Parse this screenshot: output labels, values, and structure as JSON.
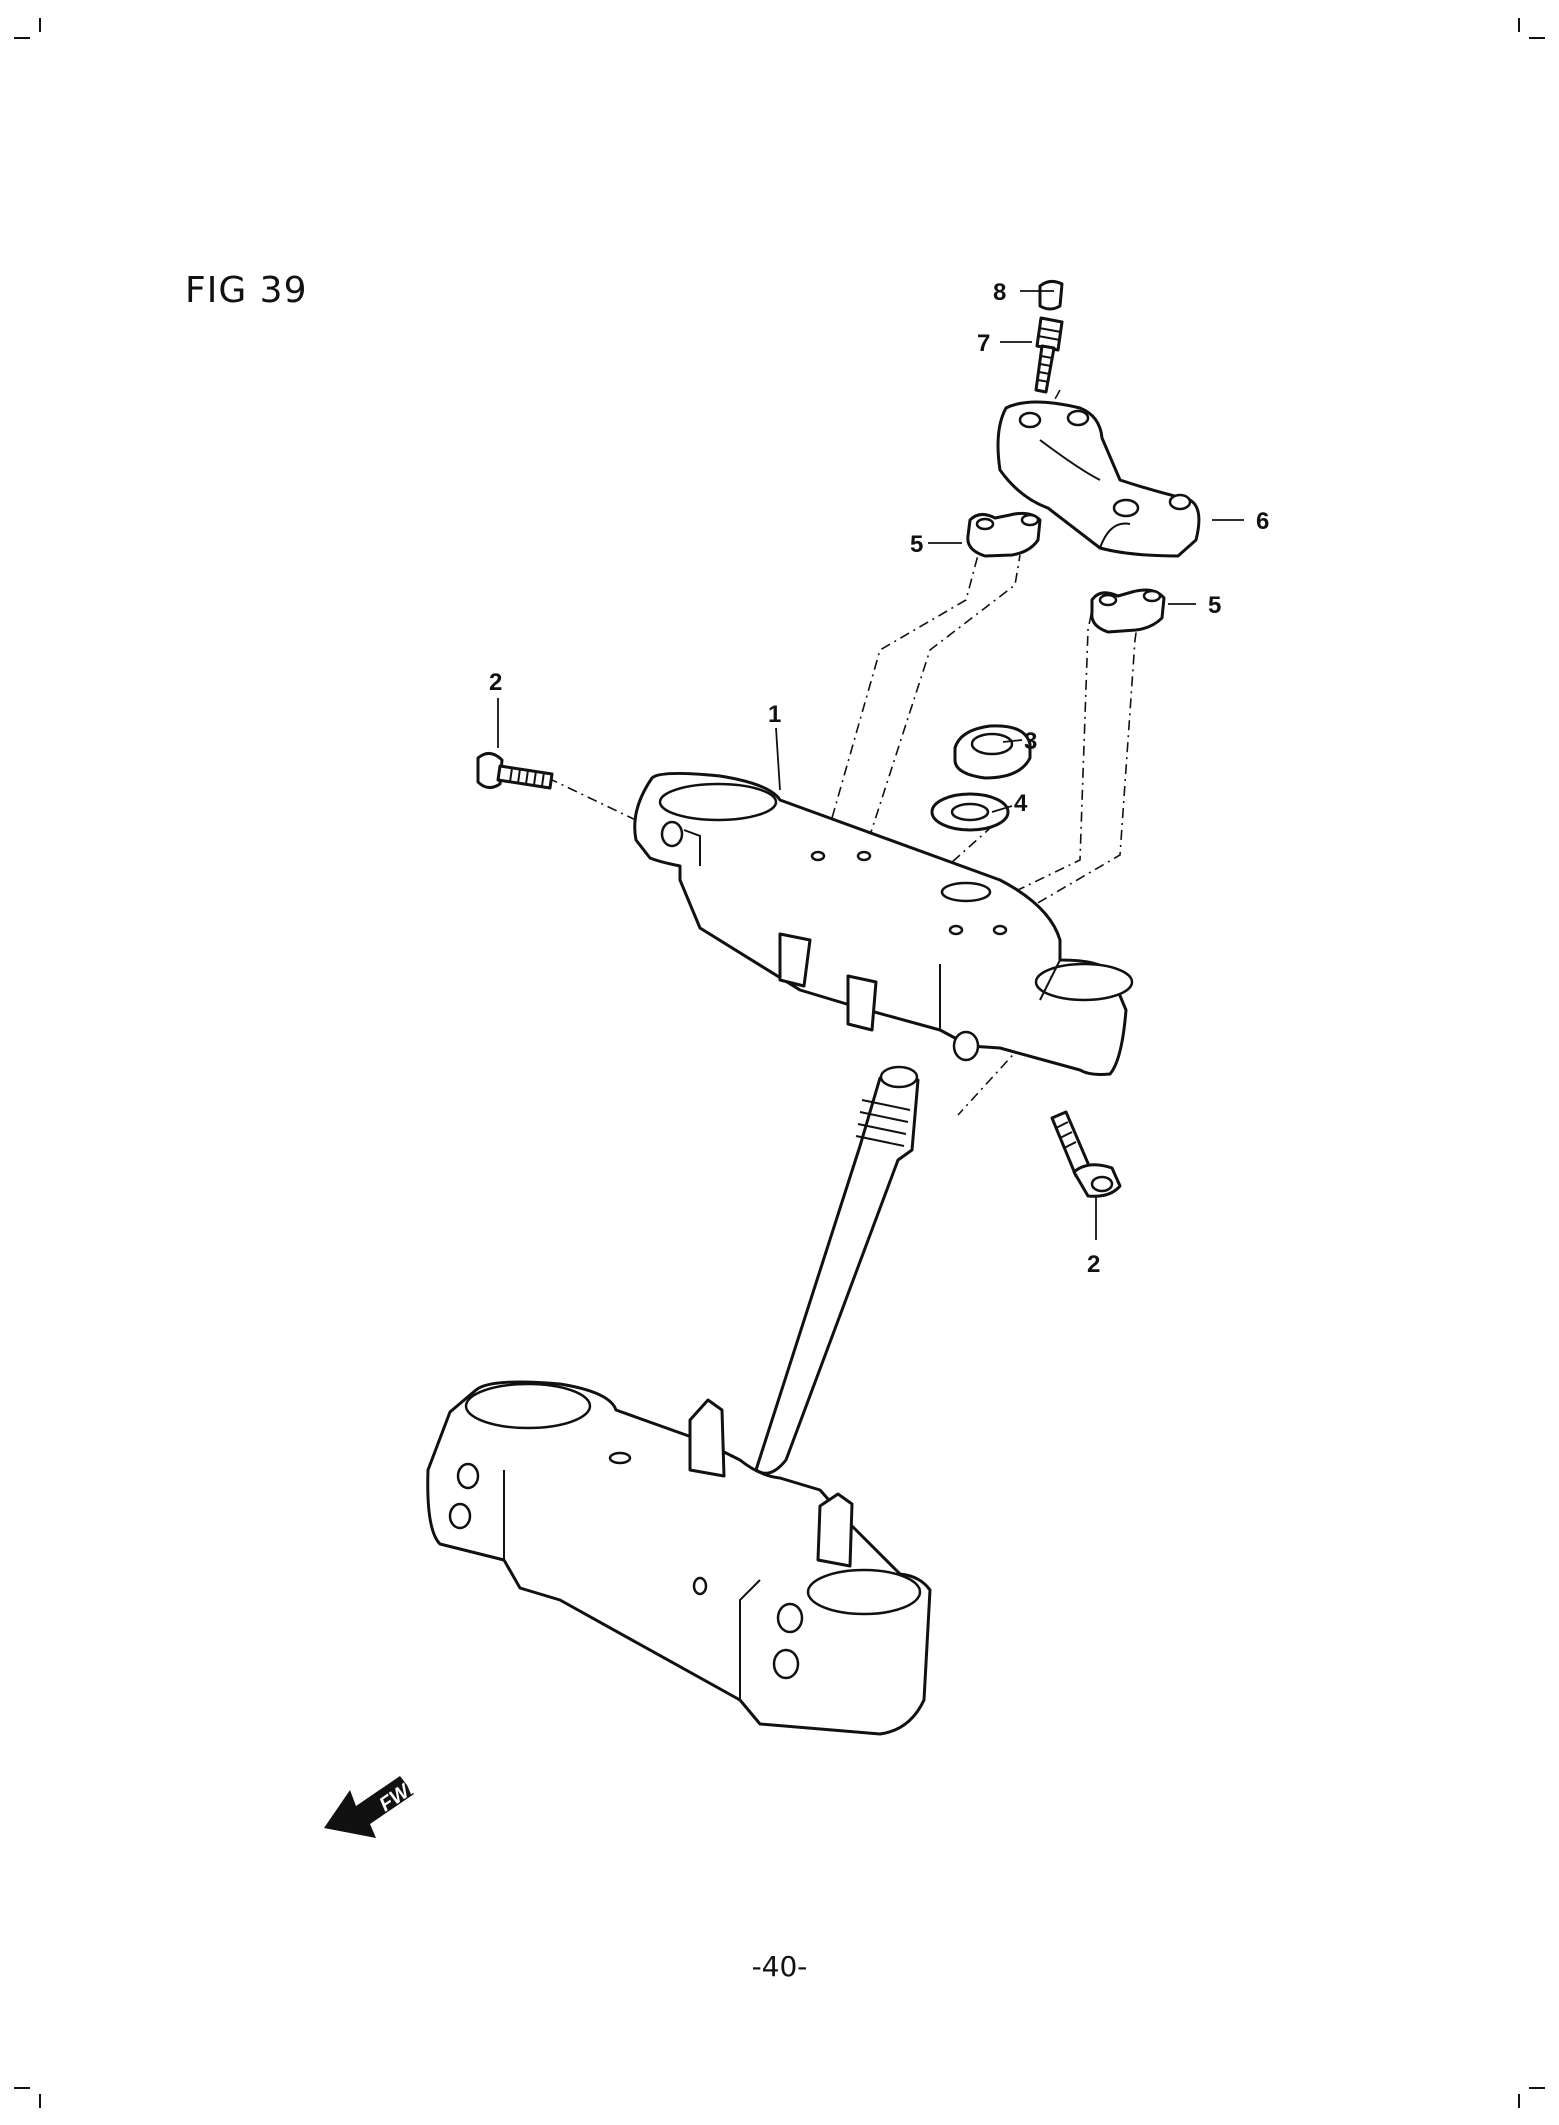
{
  "figure": {
    "title": "FIG 39",
    "page_number": "-40-"
  },
  "direction_arrow": {
    "label": "FWD",
    "icon": "forward-arrow-icon"
  },
  "callouts": {
    "c1": "1",
    "c2a": "2",
    "c2b": "2",
    "c3": "3",
    "c4": "4",
    "c5a": "5",
    "c5b": "5",
    "c6": "6",
    "c7": "7",
    "c8": "8"
  }
}
